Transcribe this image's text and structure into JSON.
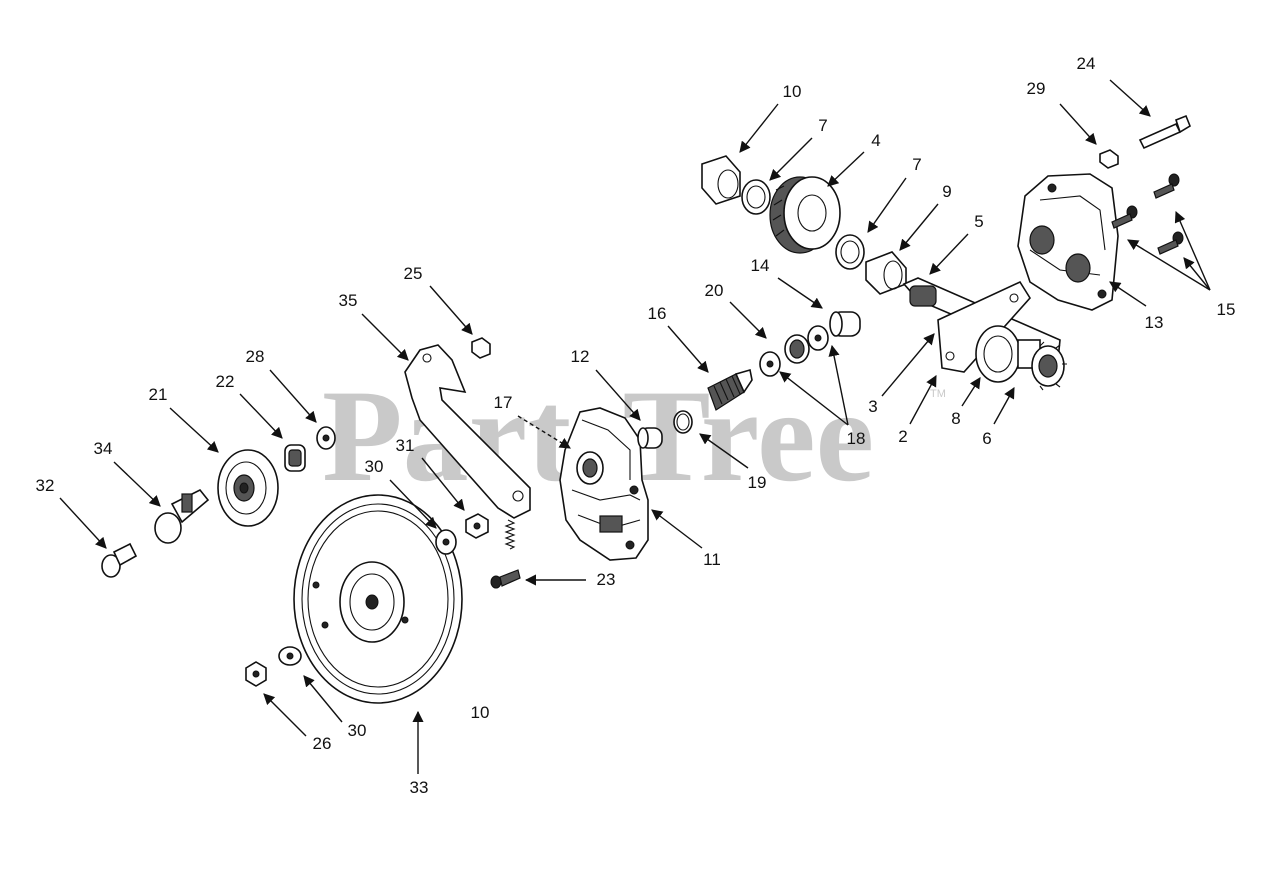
{
  "watermark": {
    "text": "PartsTree",
    "tm": "TM"
  },
  "callouts": [
    "10",
    "7",
    "4",
    "7",
    "9",
    "5",
    "14",
    "20",
    "16",
    "12",
    "17",
    "19",
    "18",
    "3",
    "2",
    "8",
    "6",
    "24",
    "29",
    "13",
    "15",
    "25",
    "35",
    "28",
    "22",
    "21",
    "34",
    "32",
    "31",
    "30",
    "11",
    "23",
    "10",
    "30",
    "26",
    "33"
  ]
}
